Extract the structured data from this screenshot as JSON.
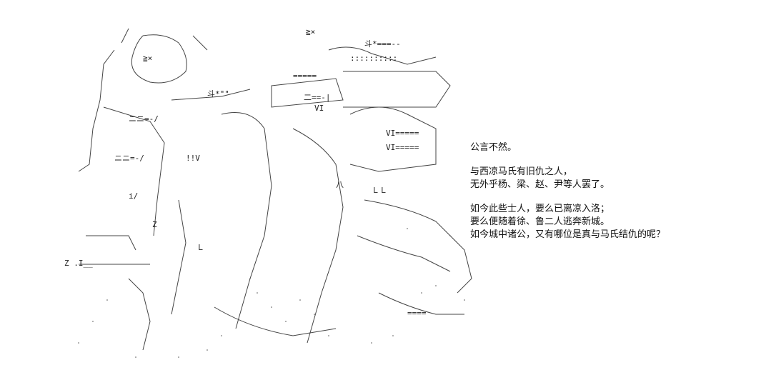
{
  "dialogue": {
    "paragraphs": [
      {
        "lines": [
          "公言不然。"
        ]
      },
      {
        "lines": [
          "与西凉马氏有旧仇之人，",
          "无外乎杨、梁、赵、尹等人罢了。"
        ]
      },
      {
        "lines": [
          "如今此些士人，要么已离凉入洛；",
          "要么便随着徐、鲁二人逃奔新城。",
          "如今城中诸公，又有哪位是真与马氏结仇的呢？"
        ]
      }
    ]
  },
  "art": {
    "fragments": [
      "≧×",
      "斗*===--",
      "≧×",
      "斗*\"\"",
      "VI",
      "VI=====",
      "VI=====",
      "Z",
      "Z .I__",
      "八",
      "::::::::::",
      "=====",
      "二==-|",
      "ニニ=-/",
      "ニニ=-/",
      "i/",
      "!!V",
      "Ｌ",
      "ＬＬ",
      "===="
    ]
  }
}
